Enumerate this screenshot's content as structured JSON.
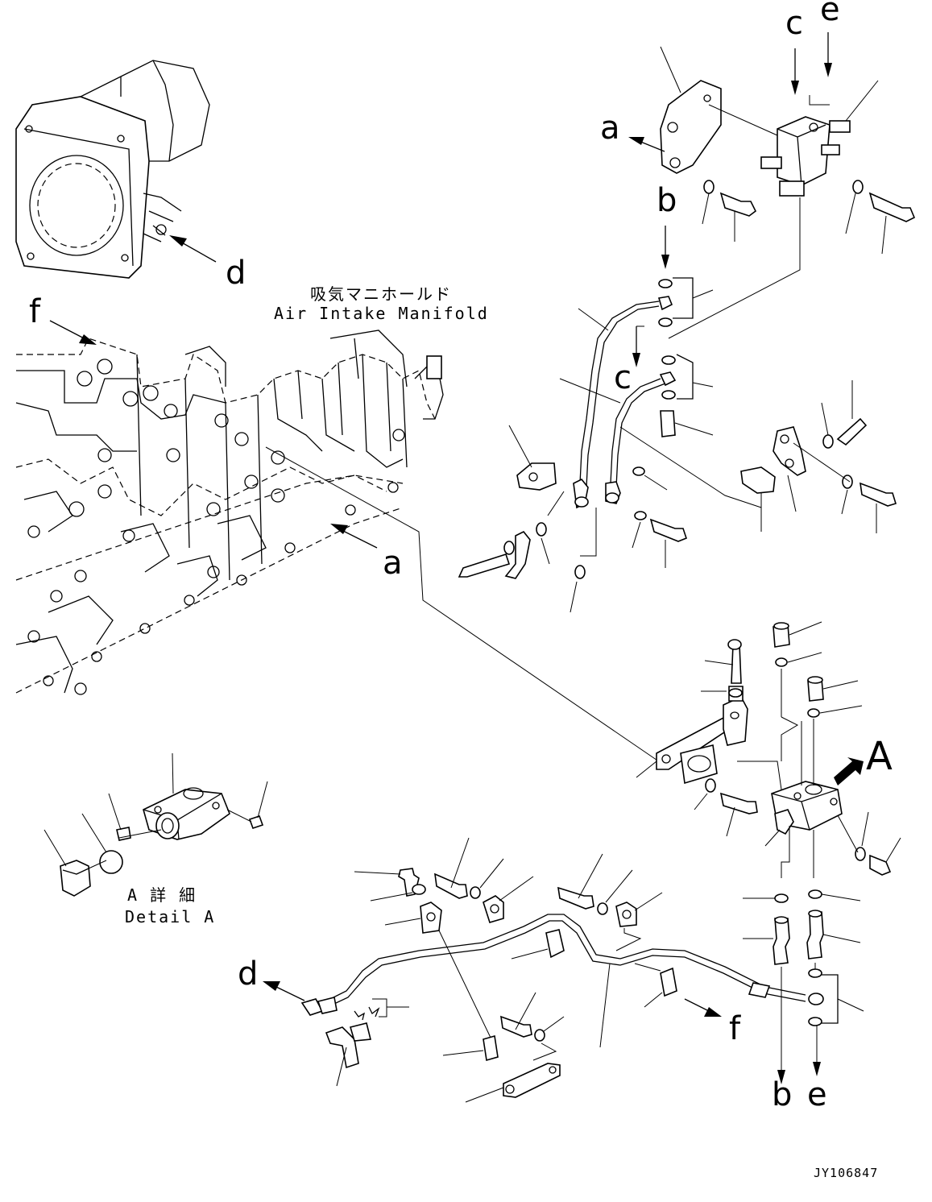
{
  "labels": {
    "a": "a",
    "b": "b",
    "c": "c",
    "d": "d",
    "e": "e",
    "f": "f",
    "A": "A"
  },
  "captions": {
    "manifold_jp": "吸気マニホールド",
    "manifold_en": "Air Intake Manifold",
    "detail_jp": "A 詳 細",
    "detail_en": "Detail A"
  },
  "drawing_code": "JY106847"
}
